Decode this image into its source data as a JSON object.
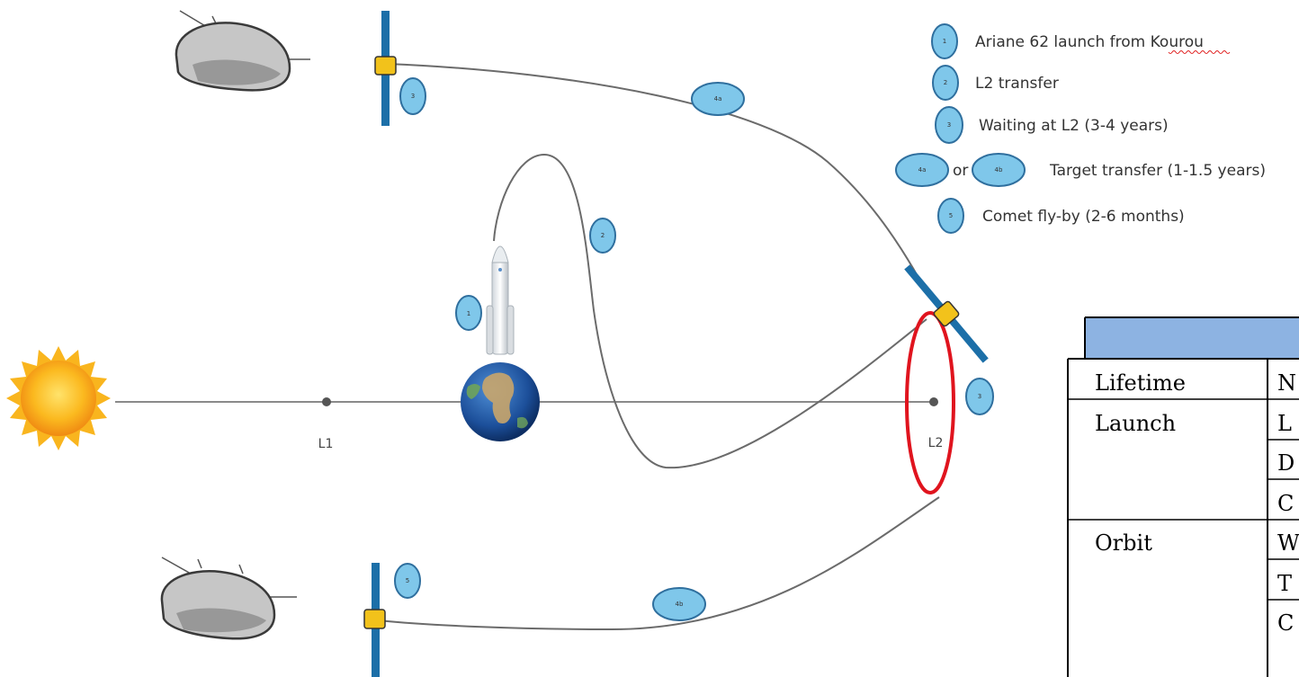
{
  "legend": {
    "items": [
      {
        "marker": "1",
        "text": "Ariane 62 launch from Kourou"
      },
      {
        "marker": "2",
        "text": "L2 transfer"
      },
      {
        "marker": "3",
        "text": "Waiting at L2 (3-4 years)"
      },
      {
        "marker": "",
        "text": "Target transfer (1-1.5 years)"
      },
      {
        "marker": "5",
        "text": "Comet fly-by (2-6 months)"
      }
    ],
    "or_text": "or",
    "markers_4": [
      "4a",
      "4b"
    ]
  },
  "points": {
    "l1": "L1",
    "l2": "L2"
  },
  "steps": {
    "s1": "1",
    "s2": "2",
    "s3": "3",
    "s3_top": "3",
    "s4a": "4a",
    "s4b": "4b",
    "s5": "5"
  },
  "table": {
    "rows": [
      {
        "label": "Lifetime",
        "value": "N"
      },
      {
        "label": "Launch",
        "value": "L"
      },
      {
        "label": "",
        "value": "D"
      },
      {
        "label": "",
        "value": "C"
      },
      {
        "label": "Orbit",
        "value": "W"
      },
      {
        "label": "",
        "value": "T"
      },
      {
        "label": "",
        "value": "C"
      }
    ]
  },
  "colors": {
    "marker_fill": "#7fc7ea",
    "marker_stroke": "#2f6f9e",
    "path": "#666666",
    "halo_orbit": "#e0141e",
    "panel": "#1c6fa8",
    "spacecraft_body": "#f2c21b",
    "table_header": "#8db3e2",
    "sun": "#f7a21b"
  }
}
